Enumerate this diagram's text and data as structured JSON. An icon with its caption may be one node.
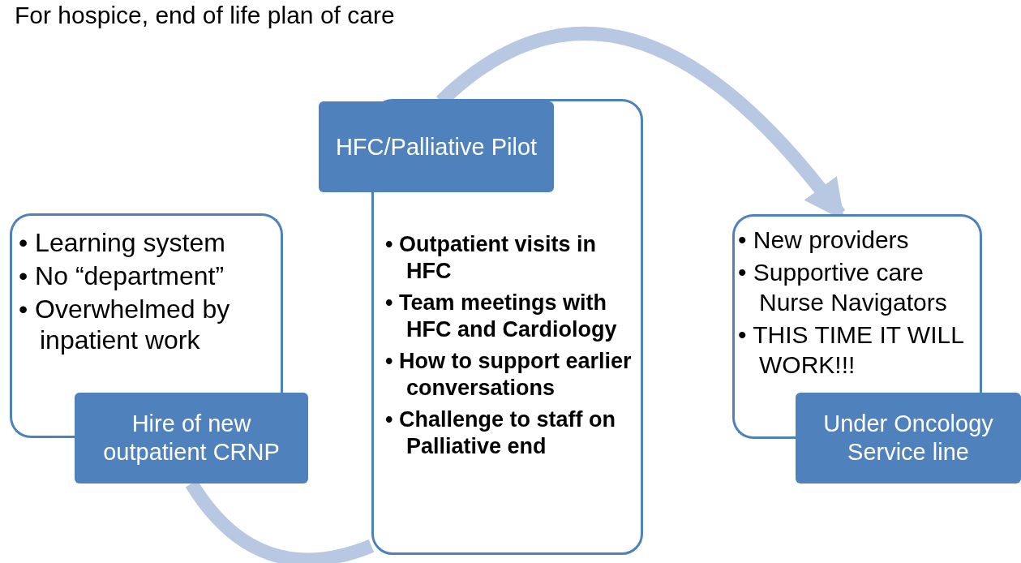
{
  "diagram": {
    "title": "For hospice, end of life plan of care",
    "nodes": [
      {
        "text": [
          "• Learning system",
          "• No “department”",
          "• Overwhelmed by inpatient work"
        ]
      },
      {
        "text": [
          "Hire of new outpatient CRNP"
        ]
      },
      {
        "text": [
          "• Outpatient visits in HFC",
          "• Team meetings with HFC and Cardiology",
          "• How to support earlier conversations",
          "• Challenge to staff on Palliative end"
        ]
      },
      {
        "text": [
          "HFC/Palliative Pilot"
        ]
      },
      {
        "text": [
          "• New providers",
          "• Supportive care Nurse Navigators",
          "• THIS TIME IT WILL WORK!!!"
        ]
      },
      {
        "text": [
          "Under Oncology Service line"
        ]
      }
    ],
    "edges": [
      {
        "from": 1,
        "to": 2,
        "arrow": "none"
      },
      {
        "from": 3,
        "to": 4,
        "arrow": "to"
      }
    ]
  }
}
